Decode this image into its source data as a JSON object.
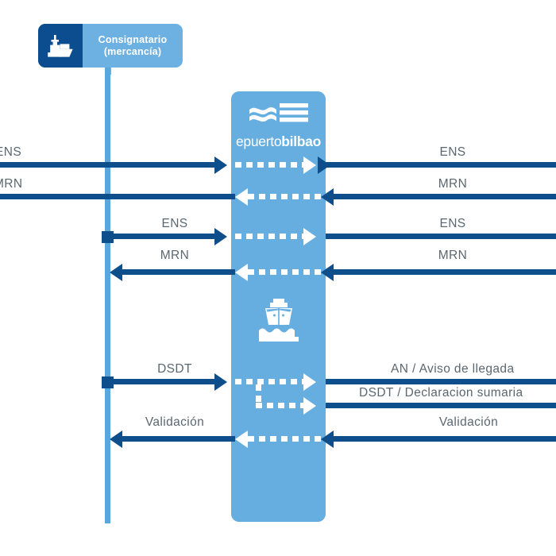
{
  "diagram": {
    "title_actor": {
      "line1": "Consignatario",
      "line2": "(mercancía)",
      "icon": "cargo-ship-icon"
    },
    "hub": {
      "wordmark_light": "epuerto",
      "wordmark_bold": "bilbao",
      "mark_icon": "waves-lines-icon",
      "ship_icon": "ship-front-waves-icon"
    },
    "colors": {
      "navy": "#0e4e8a",
      "hub_blue": "#66aee0",
      "lifeline_blue": "#5aa7dd",
      "badge_blue": "#6cb1e1",
      "badge_icon_navy": "#0b4d8f",
      "label_gray": "#5b6770",
      "white": "#ffffff"
    },
    "flows": [
      {
        "id": "row-ens-1",
        "left_label": "ENS",
        "right_label": "ENS",
        "direction": "right"
      },
      {
        "id": "row-mrn-1",
        "left_label": "MRN",
        "right_label": "MRN",
        "direction": "left"
      },
      {
        "id": "row-ens-2",
        "left_label": "ENS",
        "right_label": "ENS",
        "direction": "right"
      },
      {
        "id": "row-mrn-2",
        "left_label": "MRN",
        "right_label": "MRN",
        "direction": "left"
      },
      {
        "id": "row-dsdt",
        "left_label": "DSDT",
        "right_label": "AN / Aviso de llegada",
        "direction": "right"
      },
      {
        "id": "row-dsdt-branch",
        "left_label": "",
        "right_label": "DSDT / Declaracion sumaria",
        "direction": "right"
      },
      {
        "id": "row-validacion",
        "left_label": "Validación",
        "right_label": "Validación",
        "direction": "left"
      }
    ]
  }
}
